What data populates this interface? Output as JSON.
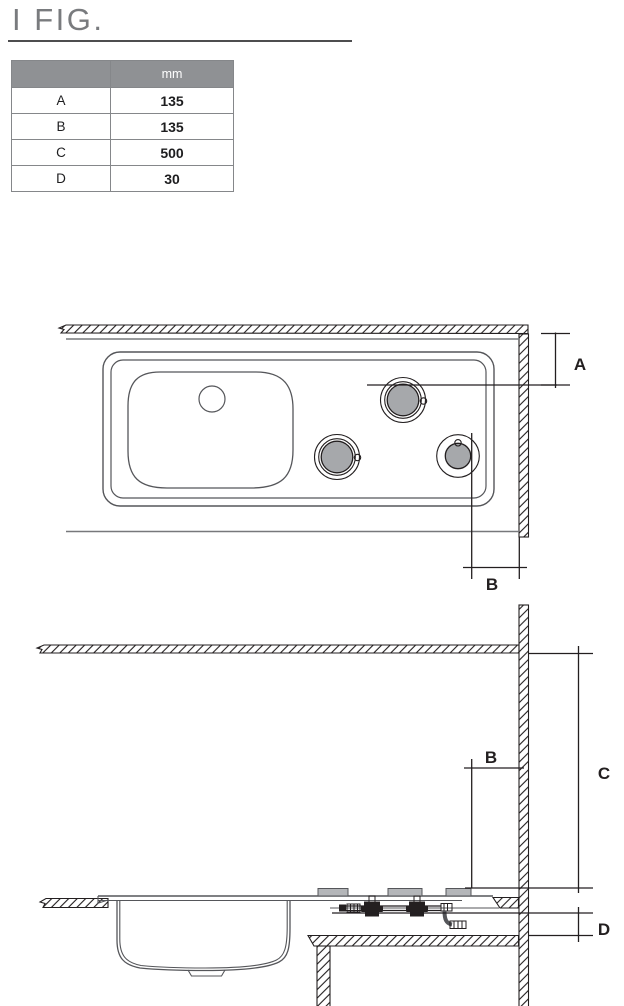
{
  "title": {
    "text": "I FIG."
  },
  "dimensions_table": {
    "header_label": "",
    "unit_header": "mm",
    "rows": [
      {
        "label": "A",
        "value": "135"
      },
      {
        "label": "B",
        "value": "135"
      },
      {
        "label": "C",
        "value": "500"
      },
      {
        "label": "D",
        "value": "30"
      }
    ]
  },
  "diagram": {
    "plan_view": {
      "dim_a_label": "A",
      "dim_b_label": "B"
    },
    "section_view": {
      "dim_b_label": "B",
      "dim_c_label": "C",
      "dim_d_label": "D"
    }
  },
  "colors": {
    "title-color": "#797b7e",
    "underline-color": "#4d4d4f",
    "table-header-bg": "#8f9194",
    "table-header-text": "#ffffff",
    "table-border": "#85878a",
    "table-text": "#1d1d1f",
    "line-dark": "#231f20",
    "line-medium": "#55565a",
    "line-light": "#77787b",
    "fill-gray": "#a6a8ab",
    "burner-gray": "#b4b6b9"
  }
}
